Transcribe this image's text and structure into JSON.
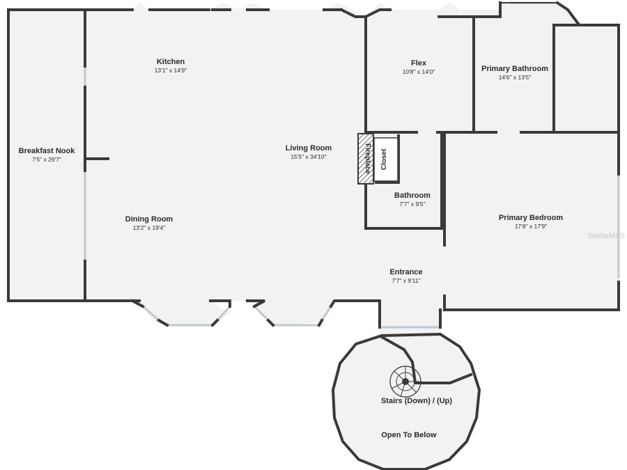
{
  "rooms": {
    "kitchen": {
      "name": "Kitchen",
      "dims": "13'1\" x 14'9\""
    },
    "flex": {
      "name": "Flex",
      "dims": "10'8\" x 14'0\""
    },
    "primary_bathroom": {
      "name": "Primary Bathroom",
      "dims": "14'6\" x 13'5\""
    },
    "breakfast_nook": {
      "name": "Breakfast Nook",
      "dims": "7'5\" x 29'7\""
    },
    "living_room": {
      "name": "Living Room",
      "dims": "15'5\" x 34'10\""
    },
    "fireplace": {
      "name": "Fireplace"
    },
    "closet": {
      "name": "Closet"
    },
    "bathroom": {
      "name": "Bathroom",
      "dims": "7'7\" x 9'5\""
    },
    "dining_room": {
      "name": "Dining Room",
      "dims": "13'2\" x 19'4\""
    },
    "primary_bedroom": {
      "name": "Primary Bedroom",
      "dims": "17'8\" x 17'9\""
    },
    "entrance": {
      "name": "Entrance",
      "dims": "7'7\" x 9'11\""
    },
    "stairs": {
      "name": "Stairs (Down) / (Up)"
    },
    "open_to_below": {
      "name": "Open To Below"
    }
  },
  "watermark": "StellarMLS",
  "colors": {
    "wall": "#3a3a3a",
    "floor": "#f2f2f2",
    "window": "#bfc8cf"
  }
}
